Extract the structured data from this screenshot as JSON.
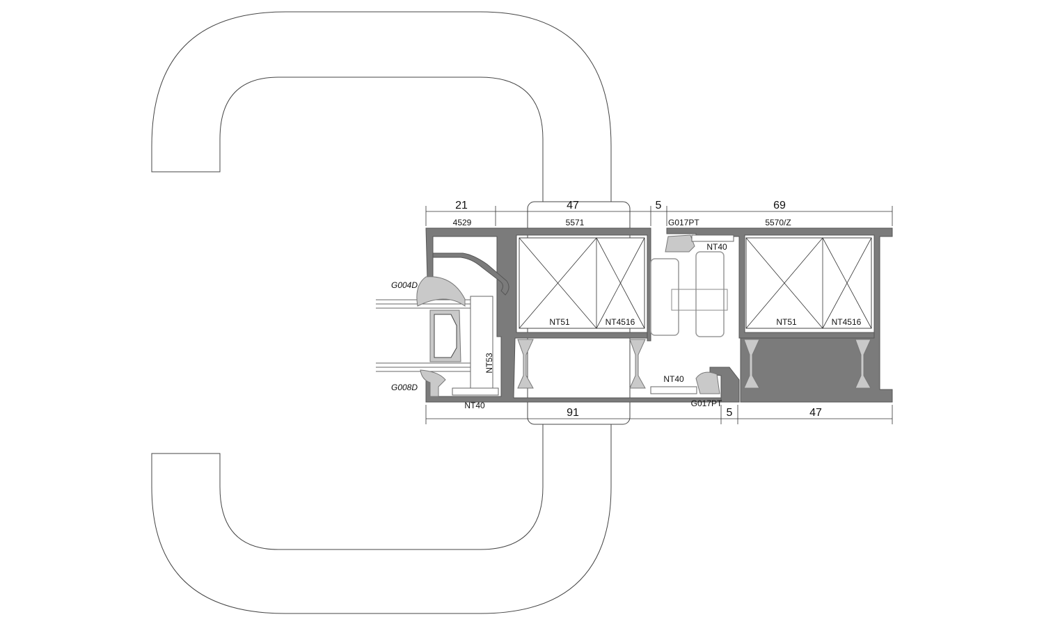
{
  "drawing": {
    "dimensions_top": [
      "21",
      "47",
      "5",
      "69"
    ],
    "dimensions_bottom": [
      "91",
      "5",
      "47"
    ],
    "profile_labels": {
      "sash_bead": "4529",
      "frame": "5571",
      "gasket_top": "G017PT",
      "sash": "5570/Z",
      "nt40_top": "NT40",
      "glazing_gasket_outer": "G004D",
      "glazing_gasket_inner": "G008D",
      "nt53": "NT53",
      "nt51_left": "NT51",
      "nt4516_left": "NT4516",
      "nt51_right": "NT51",
      "nt4516_right": "NT4516",
      "nt40_bottom_left": "NT40",
      "nt40_bottom_mid": "NT40",
      "gasket_bottom": "G017PT"
    },
    "colors": {
      "profile": "#7b7b7b",
      "gasket": "#c9c9c9",
      "line": "#444444"
    }
  }
}
